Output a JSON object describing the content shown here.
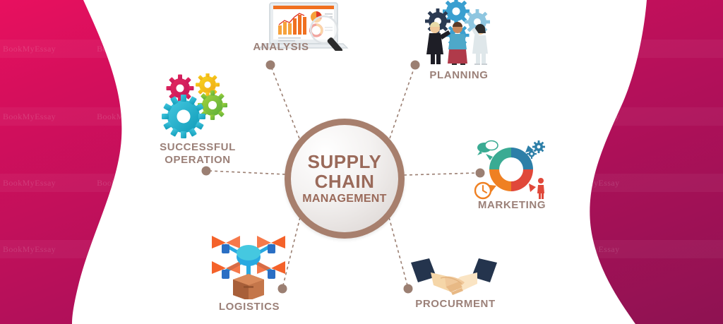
{
  "title": "Supply Chain Management infographic",
  "center": {
    "line1": "SUPPLY",
    "line2": "CHAIN",
    "line3": "MANAGEMENT",
    "text_color": "#9a6a5a",
    "ring_color": "#a77f6d"
  },
  "background": {
    "gradient_from": "#e8105f",
    "gradient_to": "#8e1252",
    "blob_color": "#ffffff"
  },
  "watermark": {
    "text": "BookMyEssay",
    "repeat": 7,
    "rows": 5
  },
  "connector": {
    "line_color": "#9b7f72",
    "dot_color": "#9b7f72",
    "style": "dashed"
  },
  "nodes": [
    {
      "id": "analysis",
      "label": "ANALYSIS",
      "icon": "laptop-chart-magnifier-icon",
      "position": "top-left"
    },
    {
      "id": "planning",
      "label": "PLANNING",
      "icon": "people-gears-icon",
      "position": "top-right"
    },
    {
      "id": "successful-operation",
      "label": "SUCCESSFUL\nOPERATION",
      "icon": "colored-gears-icon",
      "position": "left"
    },
    {
      "id": "marketing",
      "label": "MARKETING",
      "icon": "speech-bubble-donut-icon",
      "position": "right"
    },
    {
      "id": "logistics",
      "label": "LOGISTICS",
      "icon": "delivery-drone-icon",
      "position": "bottom-left"
    },
    {
      "id": "procurement",
      "label": "PROCURMENT",
      "icon": "handshake-icon",
      "position": "bottom-right"
    }
  ],
  "icon_colors": {
    "gear_pink": "#e5295f",
    "gear_yellow": "#f5c518",
    "gear_green": "#7ac143",
    "gear_cyan": "#25b7d3",
    "drone_orange": "#f4622a",
    "drone_blue": "#29a9e1",
    "box_brown": "#c4764a",
    "handshake_navy": "#24344d",
    "handshake_skin": "#f5d6a8",
    "donut_teal": "#3aab93",
    "donut_blue": "#2d7fa8",
    "donut_red": "#e0483a",
    "donut_orange": "#ef8022",
    "chart_orange": "#f07020",
    "laptop_gray": "#dfe3e6",
    "planning_blue": "#3a9fd0",
    "magnifier_dark": "#2b2b2b"
  }
}
